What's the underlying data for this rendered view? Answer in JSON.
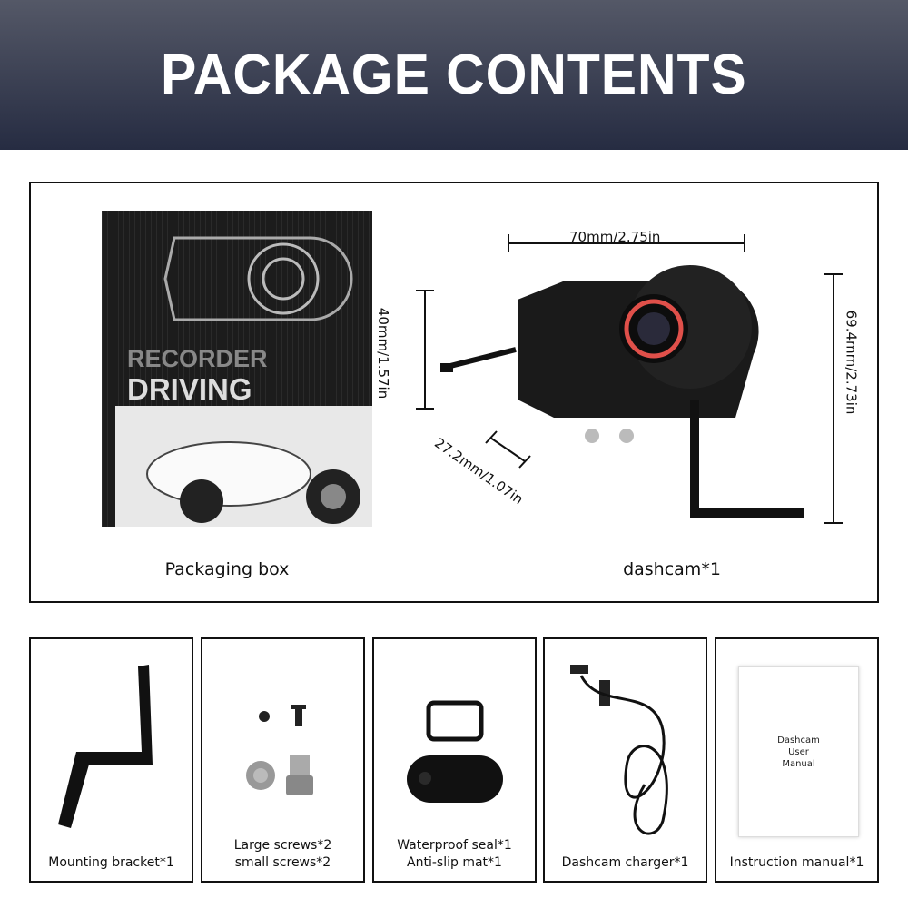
{
  "header": {
    "title": "PACKAGE CONTENTS"
  },
  "main": {
    "box_caption": "Packaging box",
    "box_art": {
      "line1": "RECORDER",
      "line2": "DRIVING"
    },
    "dashcam_caption": "dashcam*1",
    "dimensions": {
      "width": "70mm/2.75in",
      "height_left": "40mm/1.57in",
      "depth": "27.2mm/1.07in",
      "height_right": "69.4mm/2.73in"
    }
  },
  "items": [
    {
      "label1": "Mounting bracket*1",
      "label2": ""
    },
    {
      "label1": "Large screws*2",
      "label2": "small screws*2"
    },
    {
      "label1": "Waterproof seal*1",
      "label2": "Anti-slip mat*1"
    },
    {
      "label1": "Dashcam charger*1",
      "label2": ""
    },
    {
      "label1": "Instruction manual*1",
      "label2": ""
    }
  ],
  "manual": {
    "line1": "Dashcam",
    "line2": "User",
    "line3": "Manual"
  },
  "colors": {
    "header_top": "#545867",
    "header_bottom": "#262c42",
    "lens_ring": "#e0504a"
  }
}
